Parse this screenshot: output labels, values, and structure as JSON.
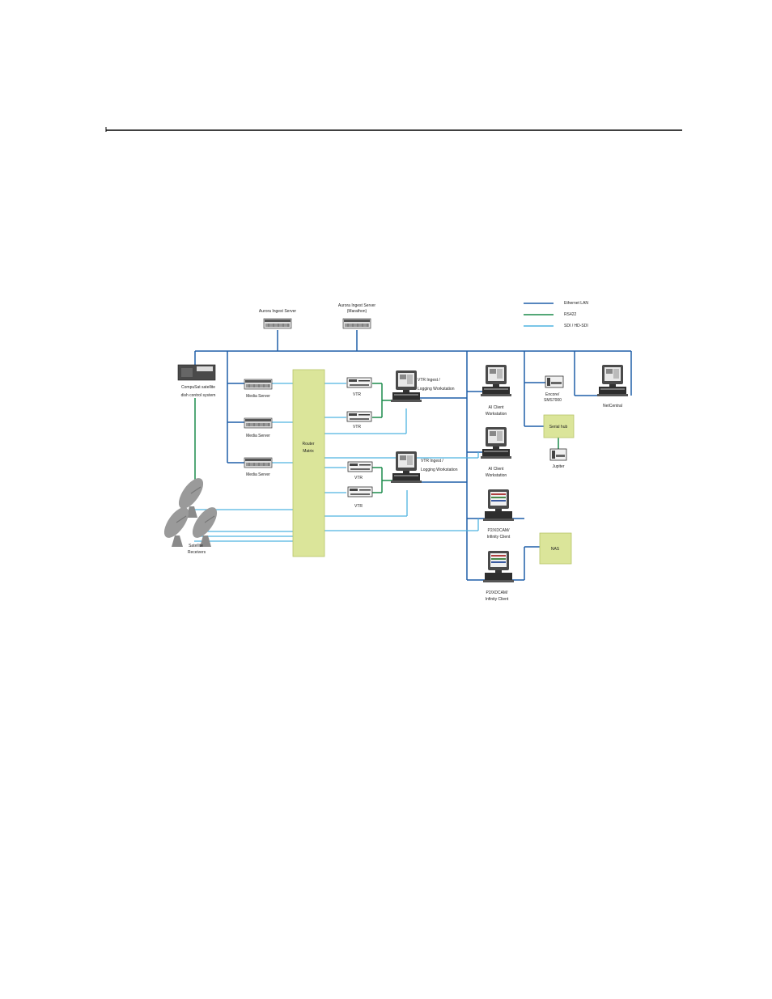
{
  "colors": {
    "ethernet": "#1f5fa8",
    "rs422": "#1a8a4a",
    "sdi": "#4fb3e0",
    "box_fill": "#dbe59a",
    "box_stroke": "#b8c46a",
    "dish": "#9a9a9a",
    "device": "#555555"
  },
  "legend": {
    "ethernet": "Ethernet LAN",
    "rs422": "RS422",
    "sdi": "SDI / HD-SDI"
  },
  "labels": {
    "aurora_ingest": "Aurora Ingest Server",
    "aurora_marathon_1": "Aurora Ingest Server",
    "aurora_marathon_2": "(Marathon)",
    "compusat_1": "CompuSat satellite",
    "compusat_2": "dish control system",
    "media_server_1": "Media Server",
    "media_server_2": "Media Server",
    "media_server_3": "Media Server",
    "router_1": "Router",
    "router_2": "Matrix",
    "vtr_1": "VTR",
    "vtr_2": "VTR",
    "vtr_3": "VTR",
    "vtr_4": "VTR",
    "vtr_ws_a_1": "VTR Ingest /",
    "vtr_ws_a_2": "Logging Workstation",
    "vtr_ws_b_1": "VTR Ingest /",
    "vtr_ws_b_2": "Logging Workstation",
    "ai_client_1a": "AI Client",
    "ai_client_1b": "Workstation",
    "ai_client_2a": "AI Client",
    "ai_client_2b": "Workstation",
    "p2_1a": "P2/XDCAM/",
    "p2_1b": "Infinity Client",
    "p2_2a": "P2/XDCAM/",
    "p2_2b": "Infinity Client",
    "encore_1": "Encore/",
    "encore_2": "SMS7000",
    "serial_hub": "Serial hub",
    "jupiter": "Jupiter",
    "netcentral": "NetCentral",
    "nas": "NAS",
    "satellite_1": "Satellite",
    "satellite_2": "Receivers"
  }
}
